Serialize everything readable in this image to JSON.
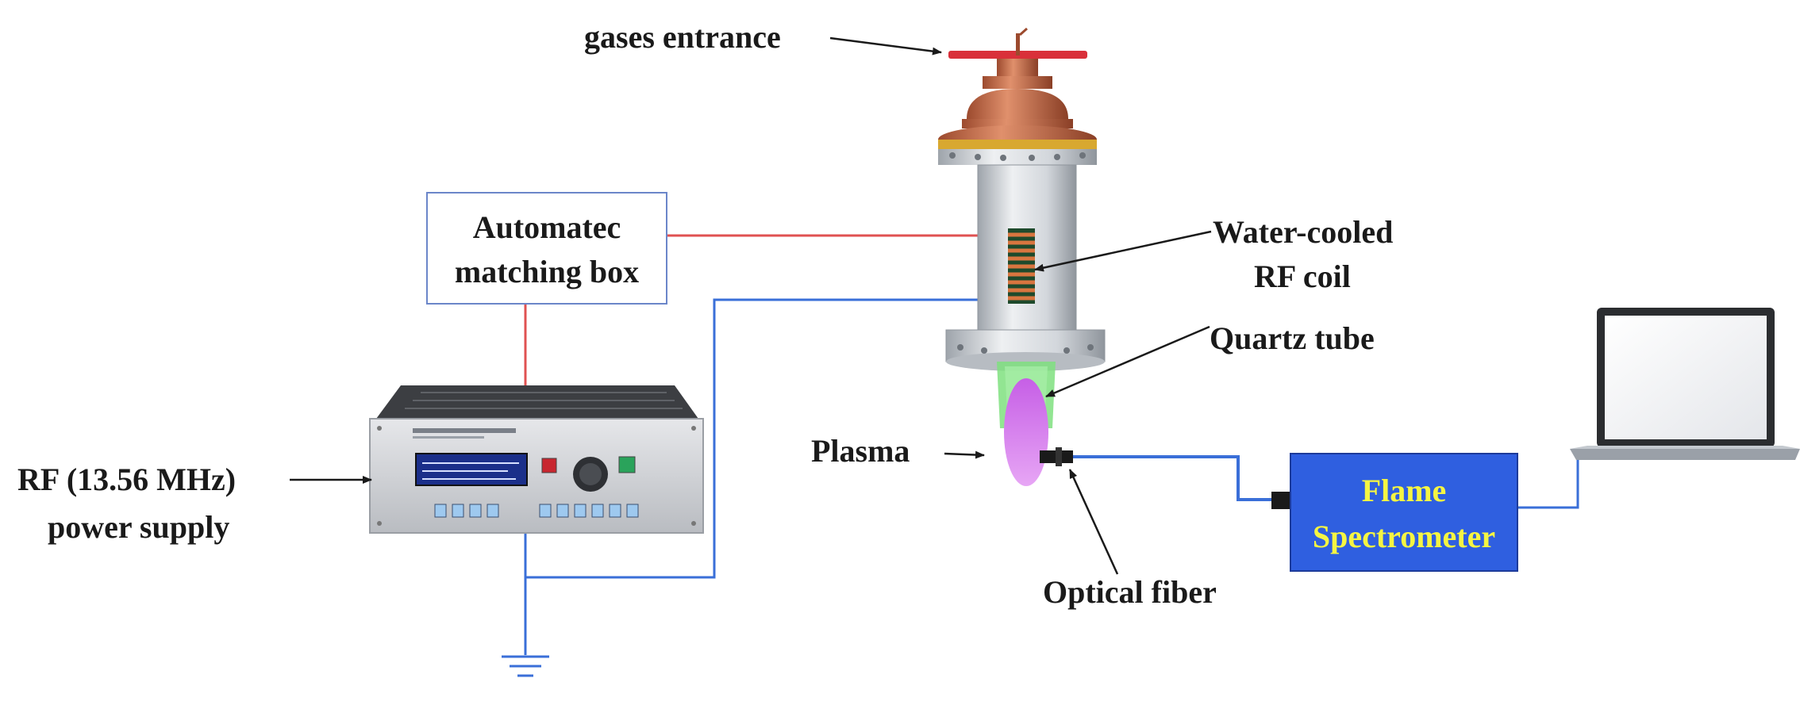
{
  "labels": {
    "gases_entrance": "gases entrance",
    "matching_box_line1": "Automatec",
    "matching_box_line2": "matching box",
    "water_coil_line1": "Water-cooled",
    "water_coil_line2": "RF coil",
    "quartz_tube": "Quartz tube",
    "plasma": "Plasma",
    "rf_supply_line1": "RF (13.56 MHz)",
    "rf_supply_line2": "power supply",
    "optical_fiber": "Optical fiber",
    "spectrometer_line1": "Flame",
    "spectrometer_line2": "Spectrometer"
  },
  "colors": {
    "rf_wire": "#e05252",
    "ground_wire": "#3a6fd8",
    "spectrometer_fill": "#2f5fe0",
    "spectrometer_text": "#f5f542",
    "plasma": "#d87ff0",
    "quartz": "#7fe07f",
    "copper": "#c86a48",
    "valve_handle": "#d9303a",
    "flange_gold": "#d8a830",
    "steel": "#cfd3d8",
    "box_border": "#6b86c9"
  },
  "icons": {
    "power_supply": "rf-power-supply-icon",
    "reactor": "plasma-reactor-icon",
    "laptop": "laptop-icon",
    "ground": "ground-symbol-icon",
    "fiber_connector": "fiber-connector-icon"
  }
}
